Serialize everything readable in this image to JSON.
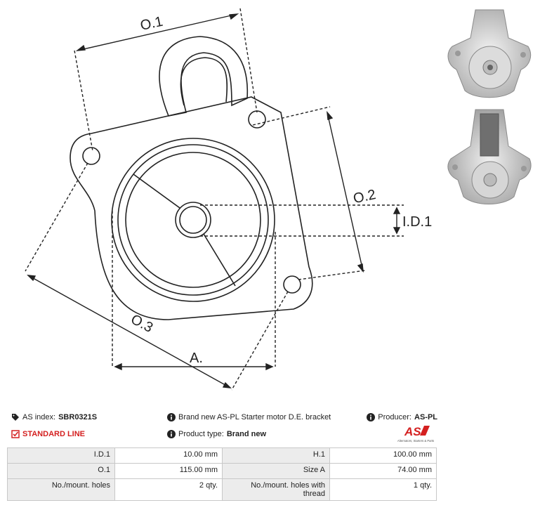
{
  "drawing": {
    "labels": {
      "o1": "O.1",
      "o2": "O.2",
      "o3": "O.3",
      "id1": "I.D.1",
      "a": "A."
    }
  },
  "photos": [
    {
      "icon": "bracket-photo-front"
    },
    {
      "icon": "bracket-photo-back"
    }
  ],
  "info": {
    "as_index_label": "AS index:",
    "as_index_value": "SBR0321S",
    "description": "Brand new AS-PL Starter motor D.E. bracket",
    "producer_label": "Producer:",
    "producer_value": "AS-PL",
    "line": "STANDARD LINE",
    "product_type_label": "Product type:",
    "product_type_value": "Brand new"
  },
  "logo": {
    "mark": "AS",
    "tagline": "Alternators, Starters & Parts"
  },
  "specs": [
    [
      {
        "label": "I.D.1",
        "value": "10.00 mm"
      },
      {
        "label": "H.1",
        "value": "100.00 mm"
      }
    ],
    [
      {
        "label": "O.1",
        "value": "115.00 mm"
      },
      {
        "label": "Size A",
        "value": "74.00 mm"
      }
    ],
    [
      {
        "label": "No./mount. holes",
        "value": "2 qty."
      },
      {
        "label": "No./mount. holes with thread",
        "value": "1 qty."
      }
    ]
  ],
  "colors": {
    "accent": "#d42020",
    "line": "#222222",
    "table_label_bg": "#ececec",
    "table_border": "#c8c8c8"
  }
}
